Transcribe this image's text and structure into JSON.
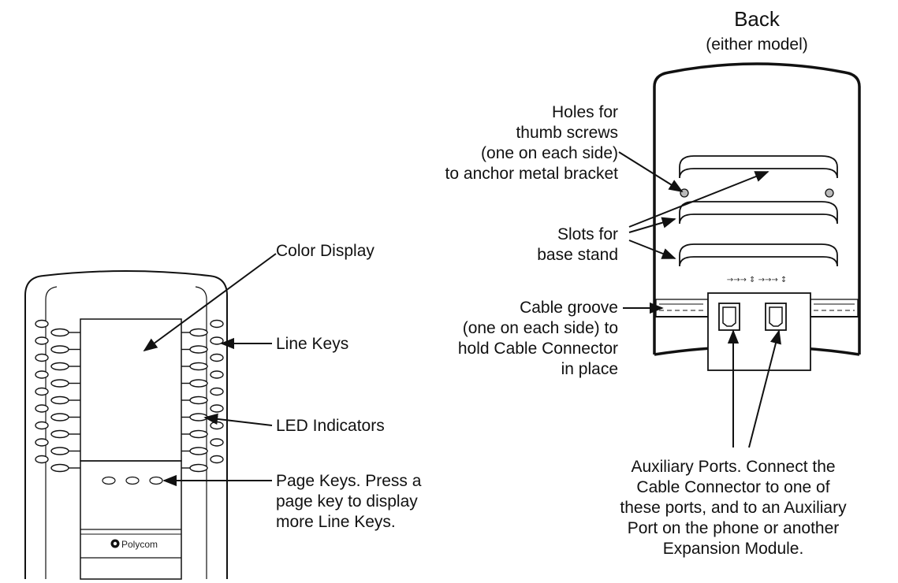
{
  "back_title": "Back",
  "back_subtitle": "(either model)",
  "brand": "Polycom",
  "port_arrows": "→→→ ⇕ →→→ ↕",
  "labels": {
    "holes": [
      "Holes for",
      "thumb screws",
      "(one on each side)",
      "to anchor metal bracket"
    ],
    "slots": [
      "Slots for",
      "base stand"
    ],
    "cable_groove": [
      "Cable groove",
      "(one on each side) to",
      "hold Cable Connector",
      "in place"
    ],
    "color_display": "Color Display",
    "line_keys": "Line Keys",
    "led_indicators": "LED Indicators",
    "page_keys": [
      "Page Keys. Press a",
      "page key to display",
      "more Line Keys."
    ],
    "aux_ports": [
      "Auxiliary Ports. Connect the",
      "Cable Connector to one of",
      "these ports, and to an Auxiliary",
      "Port on the phone or another",
      "Expansion Module."
    ]
  },
  "colors": {
    "line": "#111111",
    "background": "#ffffff"
  }
}
